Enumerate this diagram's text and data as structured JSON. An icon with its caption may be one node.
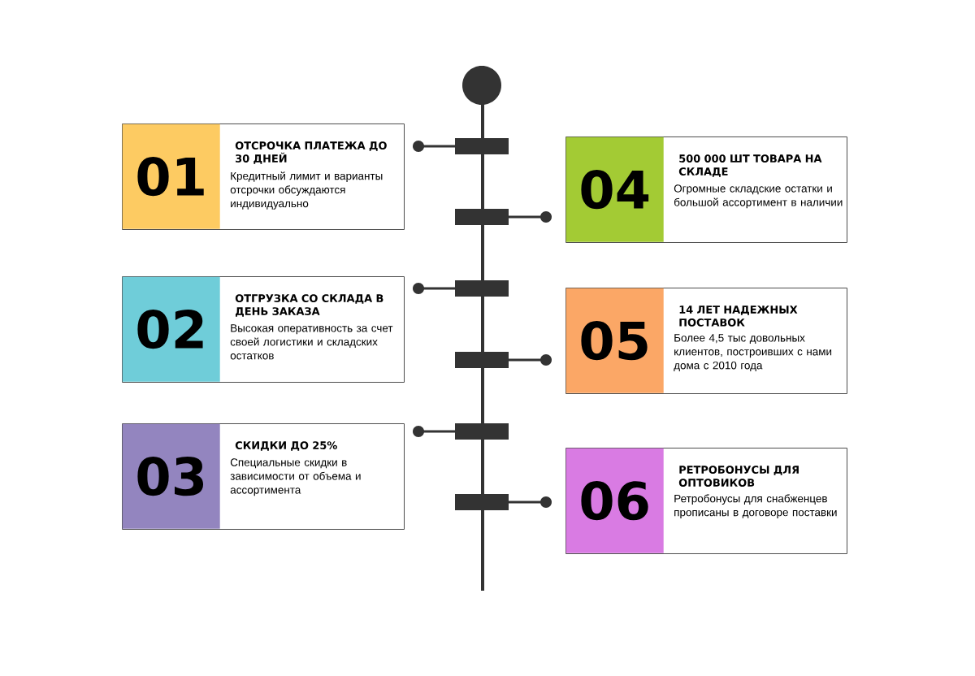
{
  "diagram": {
    "nodes": [
      {
        "text": [
          "ОТСРОЧКА ПЛАТЕЖА ДО 30 ДНЕЙ",
          "Кредитный лимит и варианты отсрочки обсуждаются индивидуально"
        ]
      },
      {
        "text": [
          "01"
        ],
        "in": 0
      },
      {
        "text": [
          "ОТГРУЗКА СО СКЛАДА В ДЕНЬ ЗАКАЗА",
          "Высокая оперативность за счет своей логистики и складских остатков"
        ]
      },
      {
        "text": [
          "02"
        ],
        "in": 2
      },
      {
        "text": [
          "СКИДКИ ДО 25%",
          "Специальные скидки в зависимости от объема и ассортимента"
        ]
      },
      {
        "text": [
          "03"
        ],
        "in": 4
      },
      {
        "text": [
          "500 000 ШТ ТОВАРА НА СКЛАДЕ",
          "Огромные складские остатки и большой ассортимент в наличии"
        ]
      },
      {
        "text": [
          "04"
        ],
        "in": 6
      },
      {
        "text": [
          "14 ЛЕТ НАДЕЖНЫХ ПОСТАВОК",
          "Более 4,5 тыс довольных клиентов, построивших с нами дома с 2010 года"
        ]
      },
      {
        "text": [
          "05"
        ],
        "in": 8
      },
      {
        "text": [
          "РЕТРОБОНУСЫ ДЛЯ ОПТОВИКОВ",
          "Ретробонусы для снабженцев прописаны в договоре поставки"
        ]
      },
      {
        "text": [
          "06"
        ],
        "in": 10
      }
    ]
  }
}
